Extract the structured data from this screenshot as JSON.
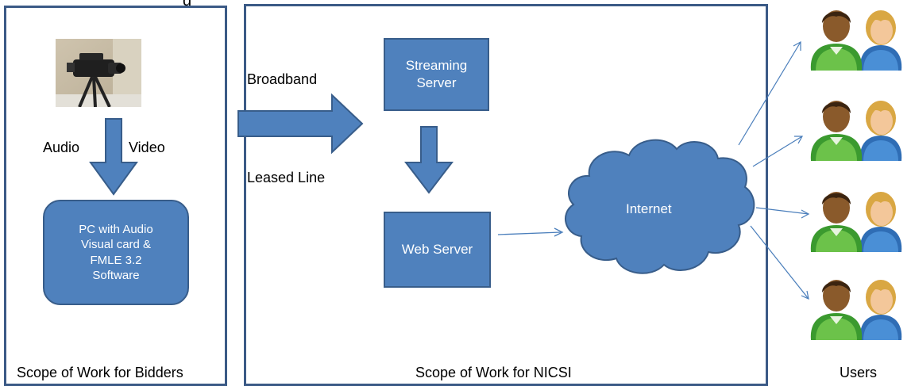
{
  "top_cut_text": "g",
  "bidders_panel": {
    "caption": "Scope of Work for Bidders",
    "audio_label": "Audio",
    "video_label": "Video",
    "pc_box_lines": [
      "PC with Audio",
      "Visual card &",
      "FMLE 3.2",
      "Software"
    ],
    "camera_icon": "video-camera-photo-icon"
  },
  "link": {
    "top_label": "Broadband",
    "bottom_label": "Leased Line"
  },
  "nicsi_panel": {
    "caption": "Scope of Work for NICSI",
    "streaming_server_lines": [
      "Streaming",
      "Server"
    ],
    "web_server_label": "Web Server",
    "internet_label": "Internet"
  },
  "users": {
    "caption": "Users",
    "icon": "users-pair-icon",
    "count": 4
  },
  "colors": {
    "box_fill": "#4f81bd",
    "box_border": "#385d8a",
    "panel_border": "#3b5a86",
    "thin_arrow": "#4a7ebb"
  }
}
